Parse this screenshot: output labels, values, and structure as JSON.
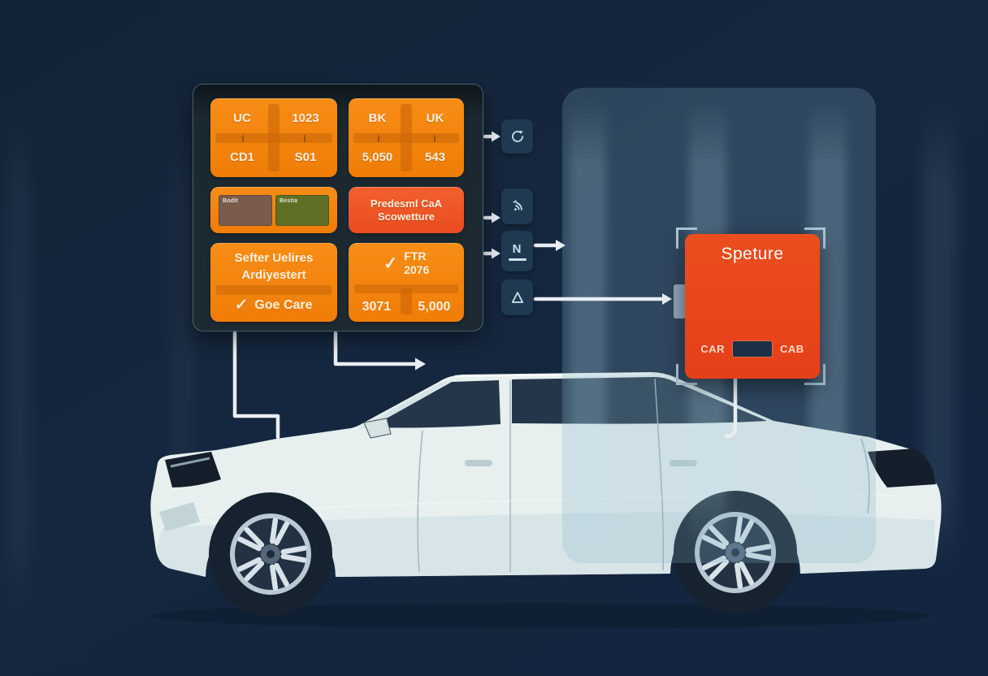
{
  "dashboard": {
    "cell_a": {
      "top_left": "UC",
      "top_right": "1023",
      "bottom_left": "CD1",
      "bottom_right": "S01"
    },
    "cell_b": {
      "top_left": "BK",
      "top_right": "UK",
      "bottom_left": "5,050",
      "bottom_right": "543"
    },
    "cell_swatches": {
      "left_label": "Bodit",
      "right_label": "Bestia"
    },
    "cell_alert": {
      "line1": "Predesml CaA",
      "line2": "Scowetture"
    },
    "cell_service": {
      "line1": "Sefter Uelires",
      "line2": "Ardiyestert",
      "check": "✓",
      "check_label": "Goe Care"
    },
    "cell_ftr": {
      "check": "✓",
      "label": "FTR",
      "value": "2076",
      "bottom_left": "3071",
      "bottom_right": "5,000"
    }
  },
  "icon_tiles": [
    {
      "name": "refresh-icon"
    },
    {
      "name": "signal-icon"
    },
    {
      "name": "n-icon",
      "label": "N"
    },
    {
      "name": "triangle-icon"
    }
  ],
  "capture_box": {
    "title": "Speture",
    "left_label": "CAR",
    "right_label": "CAB"
  },
  "colors": {
    "accent_orange": "#f5860f",
    "accent_red": "#ea4a1e",
    "tile_navy": "#1f3950",
    "line_white": "#e9eef3",
    "bracket_blue": "#a9c7d9"
  }
}
